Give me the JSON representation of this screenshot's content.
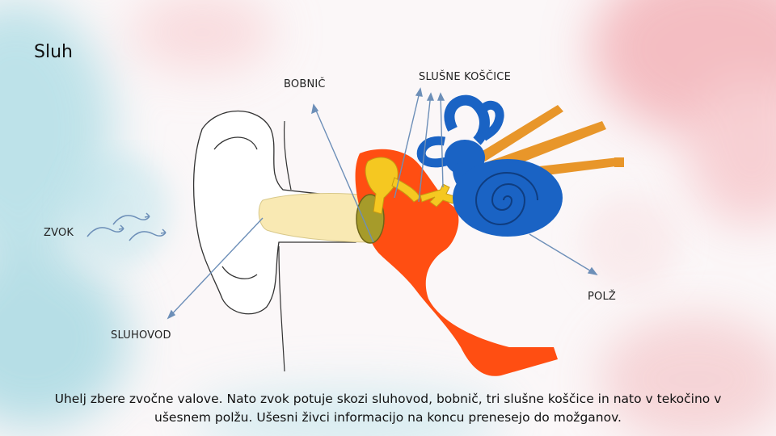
{
  "slide": {
    "title": "Sluh",
    "caption": "Uhelj zbere zvočne valove. Nato zvok potuje skozi sluhovod, bobnič, tri slušne koščice in nato v tekočino v ušesnem polžu. Ušesni živci informacijo na koncu prenesejo do možganov."
  },
  "labels": {
    "sound": "ZVOK",
    "eardrum": "BOBNIČ",
    "ossicles": "SLUŠNE KOŠČICE",
    "cochlea": "POLŽ",
    "ear_canal": "SLUHOVOD"
  },
  "colors": {
    "outer_ear": "#ffffff",
    "ear_canal": "#f9e9b3",
    "eardrum": "#a69b2a",
    "middle_ear": "#ff4e12",
    "ossicles": "#f5c821",
    "inner_ear": "#1a63c4",
    "nerve": "#e8962a",
    "pointer_line": "#6d8fb8"
  }
}
